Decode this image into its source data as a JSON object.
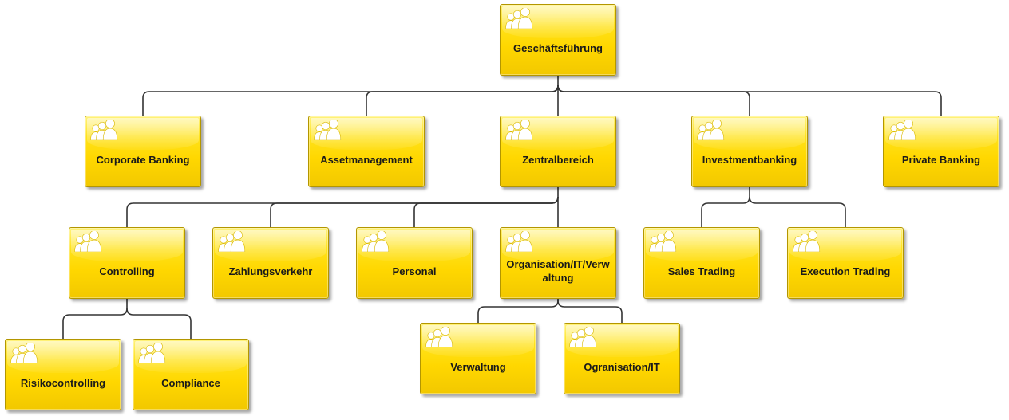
{
  "org_chart": {
    "nodes": [
      {
        "id": "gf",
        "label": "Geschäftsführung",
        "icon": "people-group-icon"
      },
      {
        "id": "cb",
        "label": "Corporate Banking",
        "icon": "people-group-icon"
      },
      {
        "id": "am",
        "label": "Assetmanagement",
        "icon": "people-group-icon"
      },
      {
        "id": "zb",
        "label": "Zentralbereich",
        "icon": "people-group-icon"
      },
      {
        "id": "ib",
        "label": "Investmentbanking",
        "icon": "people-group-icon"
      },
      {
        "id": "pb",
        "label": "Private Banking",
        "icon": "people-group-icon"
      },
      {
        "id": "ctrl",
        "label": "Controlling",
        "icon": "people-group-icon"
      },
      {
        "id": "zv",
        "label": "Zahlungsverkehr",
        "icon": "people-group-icon"
      },
      {
        "id": "pers",
        "label": "Personal",
        "icon": "people-group-icon"
      },
      {
        "id": "oitv",
        "label": "Organisation/IT/Verwaltung",
        "icon": "people-group-icon"
      },
      {
        "id": "st",
        "label": "Sales Trading",
        "icon": "people-group-icon"
      },
      {
        "id": "et",
        "label": "Execution Trading",
        "icon": "people-group-icon"
      },
      {
        "id": "rc",
        "label": "Risikocontrolling",
        "icon": "people-group-icon"
      },
      {
        "id": "comp",
        "label": "Compliance",
        "icon": "people-group-icon"
      },
      {
        "id": "verw",
        "label": "Verwaltung",
        "icon": "people-group-icon"
      },
      {
        "id": "oit",
        "label": "Ogranisation/IT",
        "icon": "people-group-icon"
      }
    ],
    "edges": [
      [
        "gf",
        "cb"
      ],
      [
        "gf",
        "am"
      ],
      [
        "gf",
        "zb"
      ],
      [
        "gf",
        "ib"
      ],
      [
        "gf",
        "pb"
      ],
      [
        "zb",
        "ctrl"
      ],
      [
        "zb",
        "zv"
      ],
      [
        "zb",
        "pers"
      ],
      [
        "zb",
        "oitv"
      ],
      [
        "ib",
        "st"
      ],
      [
        "ib",
        "et"
      ],
      [
        "ctrl",
        "rc"
      ],
      [
        "ctrl",
        "comp"
      ],
      [
        "oitv",
        "verw"
      ],
      [
        "oitv",
        "oit"
      ]
    ],
    "colors": {
      "box_fill": "#ffd700",
      "box_border": "#b39600",
      "connector": "#333333",
      "text": "#1a1a1a"
    }
  }
}
